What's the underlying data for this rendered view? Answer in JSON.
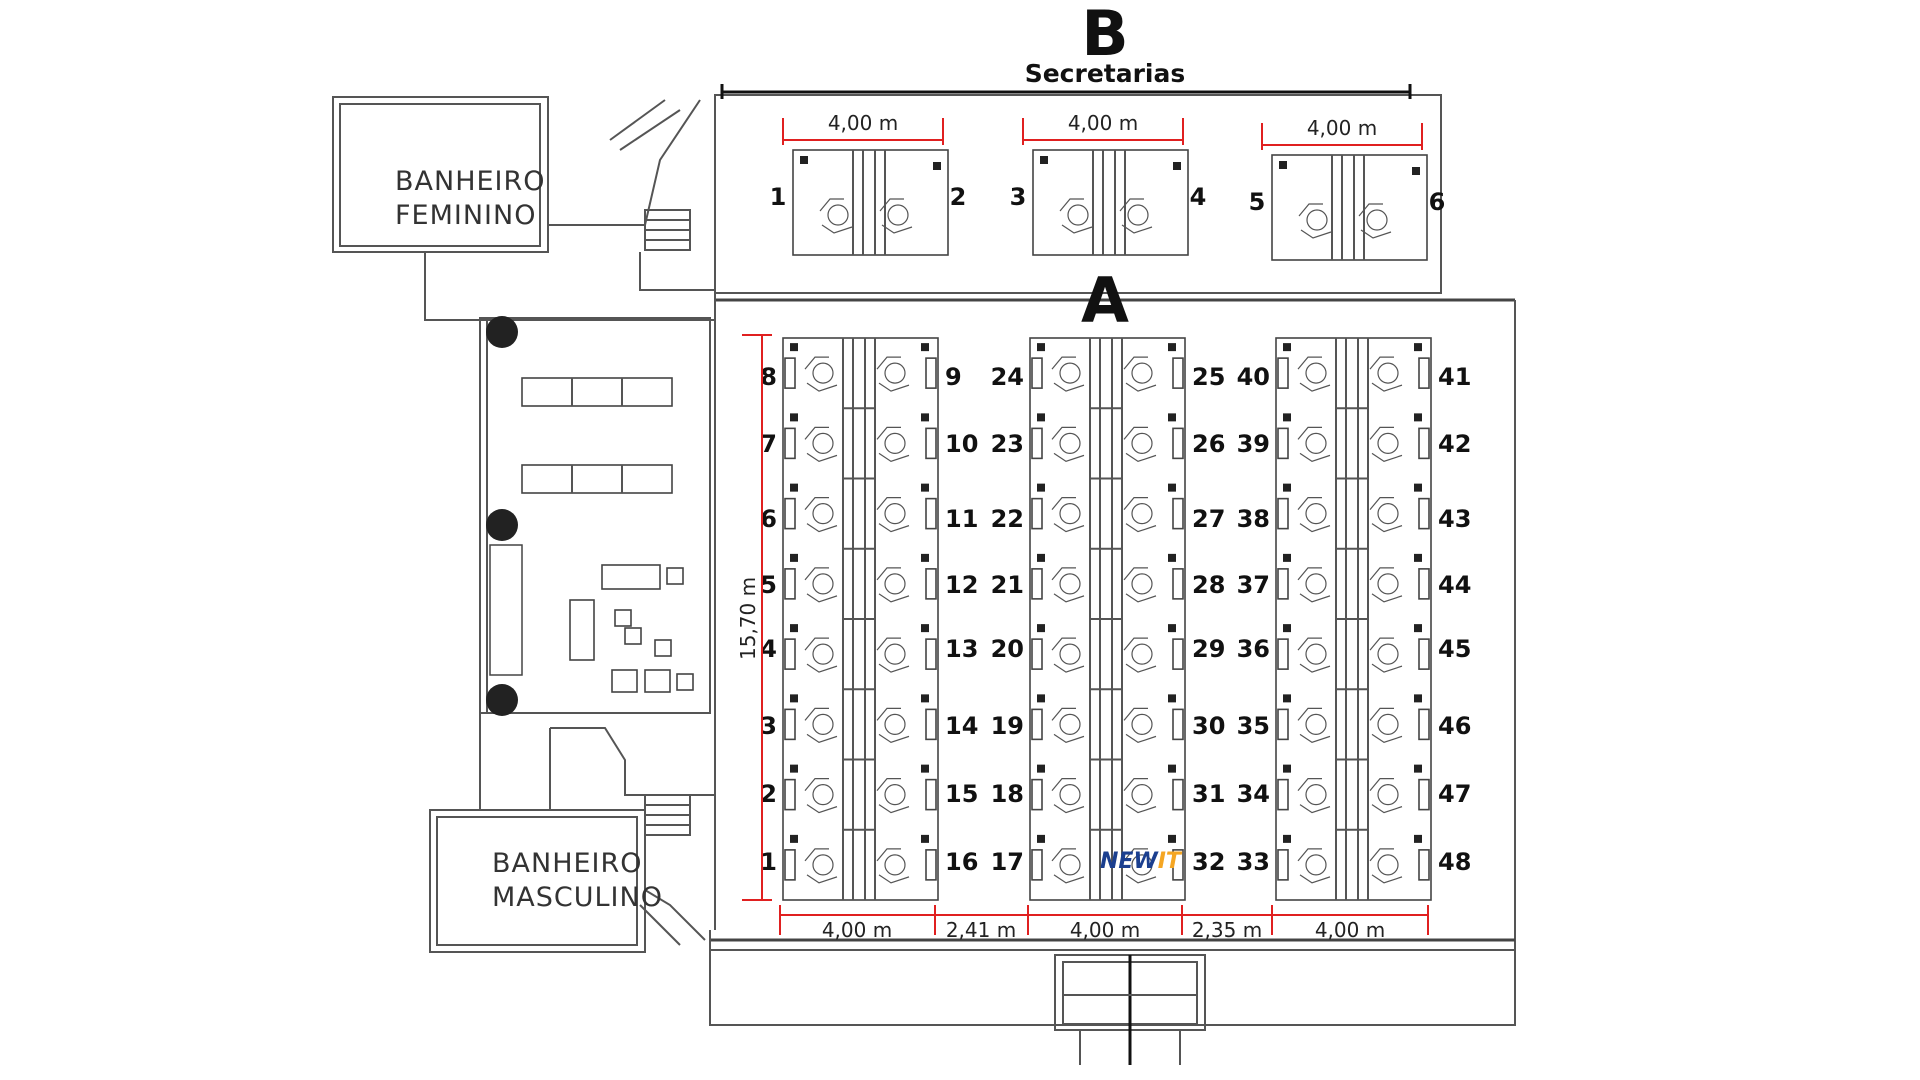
{
  "labels": {
    "zone_b": "B",
    "zone_b_subtitle": "Secretarias",
    "zone_a": "A",
    "bathroom_female_1": "BANHEIRO",
    "bathroom_female_2": "FEMININO",
    "bathroom_male_1": "BANHEIRO",
    "bathroom_male_2": "MASCULINO",
    "logo_a": "NEW",
    "logo_b": "IT"
  },
  "dimensions": {
    "secretaria_width_1": "4,00 m",
    "secretaria_width_2": "4,00 m",
    "secretaria_width_3": "4,00 m",
    "block_height": "15,70 m",
    "bottom_1": "4,00 m",
    "gap_1": "2,41 m",
    "bottom_2": "4,00 m",
    "gap_2": "2,35 m",
    "bottom_3": "4,00 m"
  },
  "secretaria_numbers": [
    "1",
    "2",
    "3",
    "4",
    "5",
    "6"
  ],
  "block_numbers": {
    "col1": [
      "8",
      "7",
      "6",
      "5",
      "4",
      "3",
      "2",
      "1"
    ],
    "col2": [
      "9",
      "10",
      "11",
      "12",
      "13",
      "14",
      "15",
      "16"
    ],
    "col3": [
      "24",
      "23",
      "22",
      "21",
      "20",
      "19",
      "18",
      "17"
    ],
    "col4": [
      "25",
      "26",
      "27",
      "28",
      "29",
      "30",
      "31",
      "32"
    ],
    "col5": [
      "40",
      "39",
      "38",
      "37",
      "36",
      "35",
      "34",
      "33"
    ],
    "col6": [
      "41",
      "42",
      "43",
      "44",
      "45",
      "46",
      "47",
      "48"
    ]
  },
  "colors": {
    "dimension_line": "#e02020",
    "logo_blue": "#1b3f8f",
    "logo_orange": "#f5a623"
  }
}
